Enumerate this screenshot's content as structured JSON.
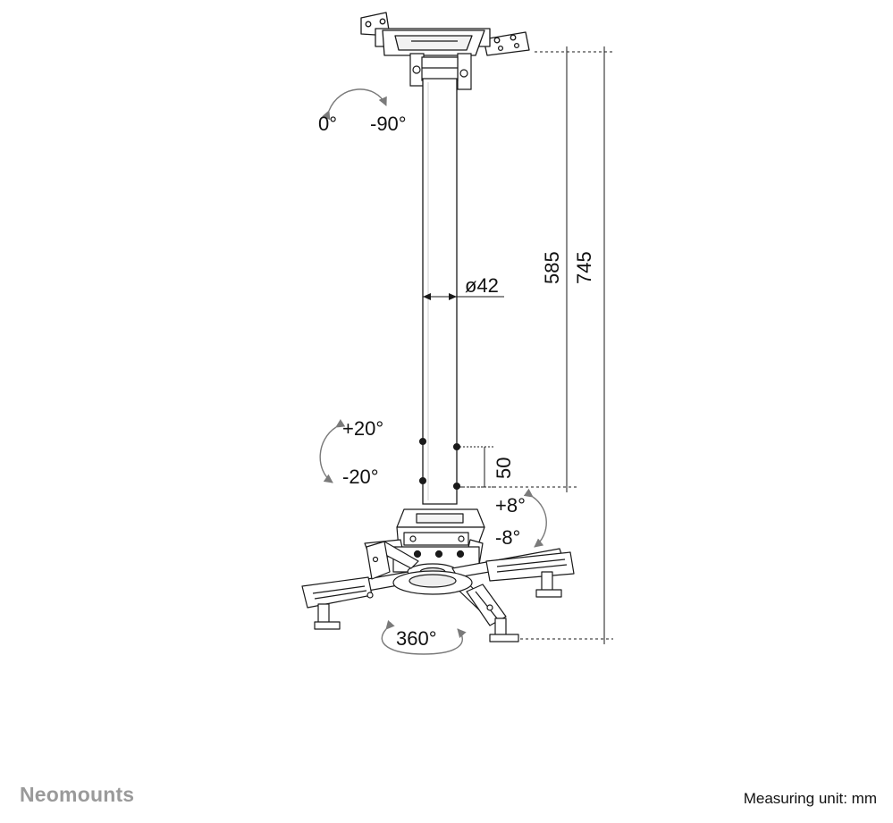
{
  "dimensions": {
    "total_height": "745",
    "pole_length": "585",
    "pole_diameter": "ø42",
    "adjust_step": "50"
  },
  "rotations": {
    "top_start": "0°",
    "top_end": "-90°",
    "tilt_up": "+20°",
    "tilt_down": "-20°",
    "roll_up": "+8°",
    "roll_down": "-8°",
    "swivel": "360°"
  },
  "footer": {
    "brand": "Neomounts",
    "measuring_unit": "Measuring unit: mm"
  }
}
